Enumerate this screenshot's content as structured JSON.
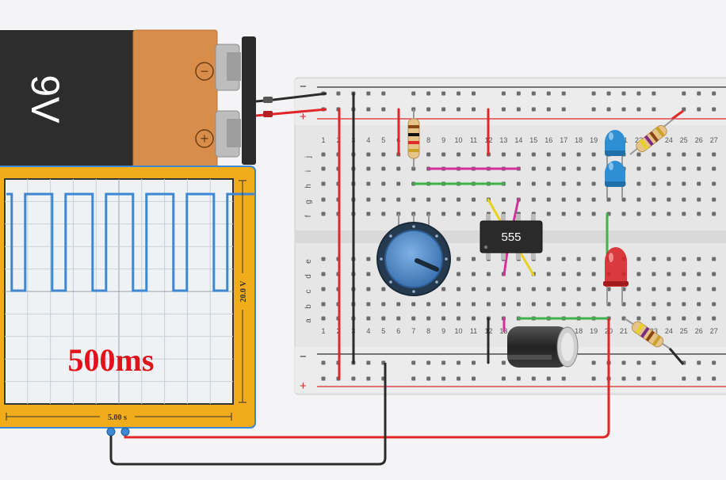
{
  "battery": {
    "voltage_label": "9V",
    "minus_symbol": "−",
    "plus_symbol": "+"
  },
  "breadboard": {
    "rail_minus": "−",
    "rail_plus": "+",
    "column_numbers": [
      "1",
      "2",
      "3",
      "4",
      "5",
      "6",
      "7",
      "8",
      "9",
      "10",
      "11",
      "12",
      "13",
      "14",
      "15",
      "16",
      "17",
      "18",
      "19",
      "20",
      "21",
      "22",
      "23",
      "24",
      "25",
      "26",
      "27"
    ],
    "top_row_letters": [
      "j",
      "i",
      "h",
      "g",
      "f"
    ],
    "bottom_row_letters": [
      "e",
      "d",
      "c",
      "b",
      "a"
    ]
  },
  "ic": {
    "label": "555"
  },
  "oscilloscope": {
    "overlay_text": "500ms",
    "time_scale": "5.00 s",
    "voltage_scale": "20.0 V",
    "trace_color": "#3d87d3",
    "frame_color": "#f0ac1a"
  },
  "colors": {
    "wire_red": "#e0282b",
    "wire_black": "#2b2b2b",
    "wire_green": "#3fb34a",
    "wire_magenta": "#d2309a",
    "wire_yellow": "#e8d21d",
    "led_blue": "#2f8fd5",
    "led_red": "#d8262a"
  }
}
